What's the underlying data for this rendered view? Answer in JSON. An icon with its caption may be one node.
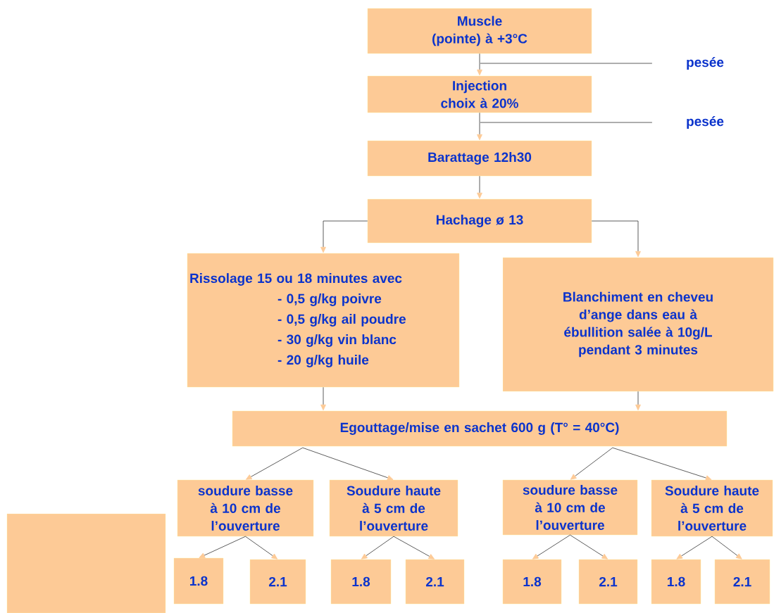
{
  "diagram": {
    "nodes": [
      {
        "text": [
          "Muscle (pointe) à +3°C"
        ]
      },
      {
        "text": [
          "Injection choix à 20%"
        ]
      },
      {
        "text": [
          "Barattage 12h30"
        ]
      },
      {
        "text": [
          "Hachage ø 13"
        ]
      },
      {
        "text": [
          "Rissolage 15 ou 18 minutes avec",
          "- 0,5 g/kg poivre",
          "- 0,5 g/kg ail poudre",
          "- 30 g/kg vin blanc",
          "- 20 g/kg huile"
        ]
      },
      {
        "text": [
          "Blanchiment en cheveu d’ange dans eau à ébullition salée à 10g/L pendant 3 minutes"
        ]
      },
      {
        "text": [
          "Egouttage/mise en sachet 600 g (T° = 40°C)"
        ]
      },
      {
        "text": [
          "soudure basse à 10 cm de l’ouverture"
        ]
      },
      {
        "text": [
          "Soudure haute à 5 cm de l’ouverture"
        ]
      },
      {
        "text": [
          "soudure basse à 10 cm de l’ouverture"
        ]
      },
      {
        "text": [
          "Soudure haute à 5 cm de l’ouverture"
        ]
      },
      {
        "text": [],
        "shape": "box"
      },
      {
        "text": [
          "1.8"
        ]
      },
      {
        "text": [
          "2.1"
        ]
      },
      {
        "text": [
          "1.8"
        ]
      },
      {
        "text": [
          "2.1"
        ]
      },
      {
        "text": [
          "1.8"
        ]
      },
      {
        "text": [
          "2.1"
        ]
      },
      {
        "text": [
          "1.8"
        ]
      },
      {
        "text": [
          "2.1"
        ]
      },
      {
        "text": [
          "pesée"
        ]
      },
      {
        "text": [
          "pesée"
        ]
      }
    ],
    "edges": [
      {
        "from": 0,
        "to": 1,
        "arrow": "to"
      },
      {
        "from": 1,
        "to": 2,
        "arrow": "to"
      },
      {
        "from": 2,
        "to": 3,
        "arrow": "to"
      },
      {
        "from": 3,
        "to": 4,
        "arrow": "to"
      },
      {
        "from": 3,
        "to": 5,
        "arrow": "to"
      },
      {
        "from": 4,
        "to": 6,
        "arrow": "to"
      },
      {
        "from": 5,
        "to": 6,
        "arrow": "to"
      },
      {
        "from": 6,
        "to": 7,
        "arrow": "to"
      },
      {
        "from": 6,
        "to": 8,
        "arrow": "to"
      },
      {
        "from": 6,
        "to": 9,
        "arrow": "to"
      },
      {
        "from": 6,
        "to": 10,
        "arrow": "to"
      },
      {
        "from": 7,
        "to": 12,
        "arrow": "to"
      },
      {
        "from": 7,
        "to": 13,
        "arrow": "to"
      },
      {
        "from": 8,
        "to": 14,
        "arrow": "to"
      },
      {
        "from": 8,
        "to": 15,
        "arrow": "to"
      },
      {
        "from": 9,
        "to": 16,
        "arrow": "to"
      },
      {
        "from": 9,
        "to": 17,
        "arrow": "to"
      },
      {
        "from": 10,
        "to": 18,
        "arrow": "to"
      },
      {
        "from": 10,
        "to": 19,
        "arrow": "to"
      },
      {
        "from": 20,
        "to": null,
        "arrow": "none"
      },
      {
        "from": 21,
        "to": null,
        "arrow": "none"
      }
    ]
  }
}
